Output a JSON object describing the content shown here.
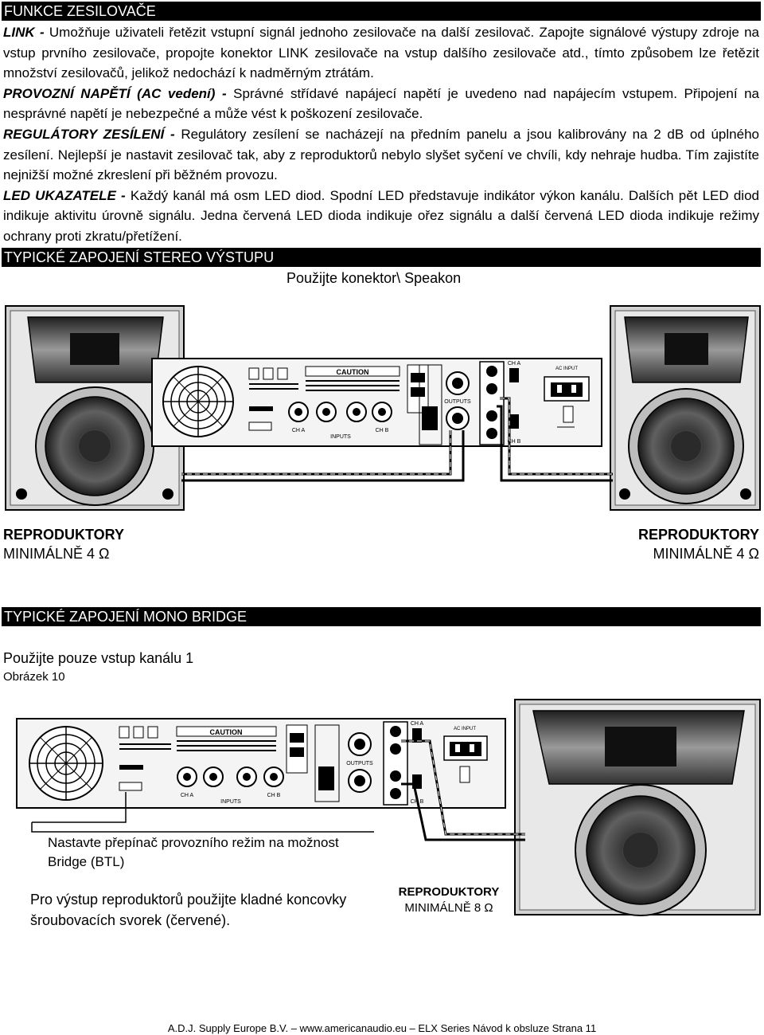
{
  "sections": {
    "functions_header": "FUNKCE ZESILOVAČE",
    "stereo_header": "TYPICKÉ ZAPOJENÍ STEREO VÝSTUPU",
    "mono_header": "TYPICKÉ ZAPOJENÍ MONO BRIDGE"
  },
  "paragraphs": {
    "link_term": "LINK -",
    "link_text": "Umožňuje uživateli řetězit vstupní signál jednoho zesilovače na další zesilovač. Zapojte signálové výstupy zdroje na vstup prvního zesilovače, propojte konektor LINK zesilovače na vstup dalšího zesilovače atd., tímto způsobem lze řetězit množství zesilovačů, jelikož nedochází k nadměrným ztrátám.",
    "voltage_term": "PROVOZNÍ NAPĚTÍ (AC vedení) -",
    "voltage_text": "Správné střídavé napájecí napětí je uvedeno nad napájecím vstupem. Připojení na nesprávné napětí je nebezpečné a může vést k poškození zesilovače.",
    "gain_term": "REGULÁTORY ZESÍLENÍ -",
    "gain_text": "Regulátory zesílení se nacházejí na předním panelu a jsou kalibrovány na 2 dB od úplného zesílení. Nejlepší je nastavit zesilovač tak, aby z reproduktorů nebylo slyšet syčení ve chvíli, kdy nehraje hudba. Tím zajistíte nejnižší možné zkreslení při běžném provozu.",
    "led_term": "LED UKAZATELE -",
    "led_text": "Každý kanál má osm LED diod. Spodní LED představuje indikátor výkon kanálu. Dalších pět LED diod indikuje aktivitu úrovně signálu. Jedna červená LED dioda indikuje ořez signálu a další červená LED dioda indikuje režimy ochrany proti zkratu/přetížení."
  },
  "stereo": {
    "connector_note": "Použijte konektor\\ Speakon",
    "left_speaker_title": "REPRODUKTORY",
    "left_speaker_min": "MINIMÁLNĚ 4 Ω",
    "right_speaker_title": "REPRODUKTORY",
    "right_speaker_min": "MINIMÁLNĚ 4 Ω"
  },
  "mono": {
    "input_note": "Použijte pouze vstup kanálu 1",
    "figure_label": "Obrázek 10",
    "switch_note_line1": "Nastavte přepínač provozního režim na možnost",
    "switch_note_line2": "Bridge (BTL)",
    "terminal_note_line1": "Pro výstup reproduktorů použijte kladné koncovky",
    "terminal_note_line2": "šroubovacích svorek (červené).",
    "speaker_title": "REPRODUKTORY",
    "speaker_min": "MINIMÁLNĚ 8 Ω"
  },
  "panel_labels": {
    "caution": "CAUTION",
    "ch_a": "CH A",
    "ch_b": "CH B",
    "inputs": "INPUTS",
    "outputs": "OUTPUTS",
    "ac_input": "AC INPUT"
  },
  "footer": "A.D.J. Supply Europe B.V. – www.americanaudio.eu – ELX Series Návod k obsluze Strana 11"
}
